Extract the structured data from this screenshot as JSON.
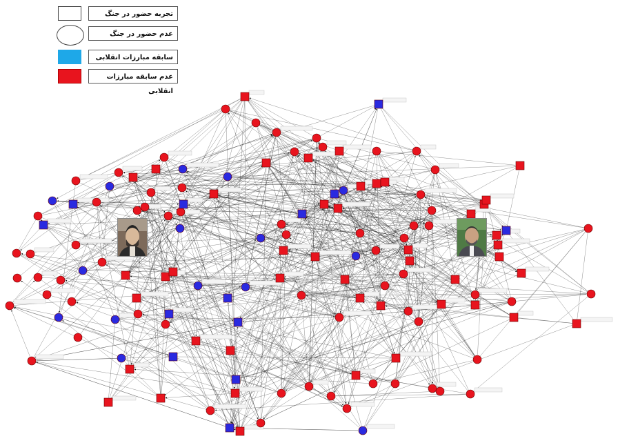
{
  "legend": {
    "items": [
      {
        "label": "تجربه حضور در جنگ",
        "shape": "square",
        "fill": "#ffffff",
        "stroke": "#444444"
      },
      {
        "label": "عدم حضور در جنگ",
        "shape": "circle",
        "fill": "#ffffff",
        "stroke": "#444444"
      },
      {
        "label": "سابقه مبارزات انقلابی",
        "shape": "square",
        "fill": "#1ea8e8",
        "stroke": "#1ea8e8"
      },
      {
        "label": "عدم سابقه مبارزات انقلابی",
        "shape": "square",
        "fill": "#e8141e",
        "stroke": "#b00000"
      }
    ]
  },
  "colors": {
    "no_revolutionary_record": "#e8141e",
    "revolutionary_record": "#2a2ae0",
    "edges": "#1a1a1a"
  },
  "network": {
    "nodes": [
      {
        "id": "n1",
        "shape": "square",
        "record": true
      },
      {
        "id": "n2",
        "shape": "square",
        "record": false
      },
      {
        "id": "n3",
        "shape": "circle",
        "record": false
      },
      {
        "id": "n4",
        "shape": "circle",
        "record": true
      },
      {
        "id": "n5",
        "shape": "square",
        "record": false
      },
      {
        "id": "n6",
        "shape": "circle",
        "record": false
      },
      {
        "id": "n7",
        "shape": "circle",
        "record": false
      },
      {
        "id": "n8",
        "shape": "square",
        "record": false
      },
      {
        "id": "n9",
        "shape": "circle",
        "record": false
      }
    ],
    "portraits": [
      {
        "name": "portrait-person-left"
      },
      {
        "name": "portrait-person-right"
      }
    ]
  }
}
